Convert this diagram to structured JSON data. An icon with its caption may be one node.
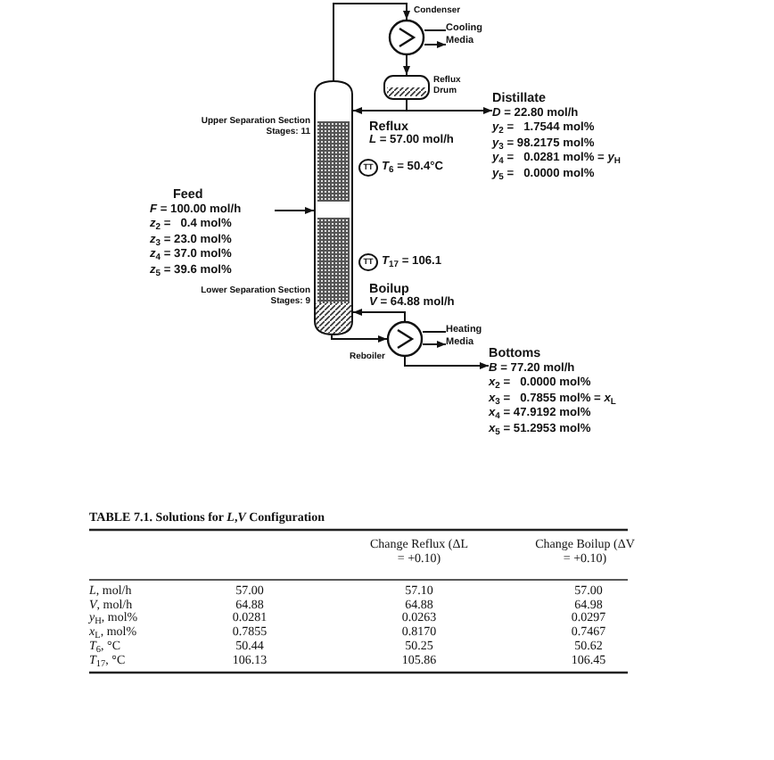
{
  "diagram": {
    "title": "TABLE 7.1. Solutions for *L*,*V* Configuration",
    "nodes": [
      {
        "text": [],
        "shape": "circle",
        "beside": [
          "Condenser"
        ]
      },
      {
        "text": [],
        "shape": "cylinder",
        "beside": [
          "Reflux Drum"
        ]
      },
      {
        "text": [],
        "shape": "cylinder",
        "beside": [
          "Upper Separation Section Stages: 11",
          "Lower Separation Section Stages: 9"
        ]
      },
      {
        "text": [],
        "shape": "circle",
        "beside": [
          "Reboiler"
        ]
      },
      {
        "text": [
          "TT"
        ],
        "beside": [
          "*T*$_{6}$ = 50.4°C"
        ]
      },
      {
        "text": [
          "TT"
        ],
        "beside": [
          "*T*$_{17}$ = 106.1"
        ]
      },
      {
        "text": [
          "Feed",
          "*F* = 100.00 mol/h",
          "*z*$_{2}$ =   0.4 mol%",
          "*z*$_{3}$ = 23.0 mol%",
          "*z*$_{4}$ = 37.0 mol%",
          "*z*$_{5}$ = 39.6 mol%"
        ]
      },
      {
        "text": [
          "Distillate",
          "*D* = 22.80 mol/h",
          "*y*$_{2}$ =   1.7544 mol%",
          "*y*$_{3}$ = 98.2175 mol%",
          "*y*$_{4}$ =   0.0281 mol% = *y*$_{H}$",
          "*y*$_{5}$ =   0.0000 mol%"
        ]
      },
      {
        "text": [
          "Bottoms",
          "*B* = 77.20 mol/h",
          "*x*$_{2}$ =   0.0000 mol%",
          "*x*$_{3}$ =   0.7855 mol% = *x*$_{L}$",
          "*x*$_{4}$ = 47.9192 mol%",
          "*x*$_{5}$ = 51.2953 mol%"
        ]
      },
      {
        "text": [
          "Cooling Media"
        ]
      },
      {
        "text": [
          "Heating Media"
        ]
      }
    ],
    "edges": [
      {
        "from": 2,
        "to": 0,
        "arrow": "to"
      },
      {
        "from": 0,
        "to": 1,
        "arrow": "to"
      },
      {
        "from": 1,
        "to": 2,
        "arrow": "to"
      },
      {
        "from": 1,
        "to": 7,
        "arrow": "to"
      },
      {
        "from": 6,
        "to": 2,
        "arrow": "to"
      },
      {
        "from": 2,
        "to": 3,
        "arrow": "to"
      },
      {
        "from": 3,
        "to": 2,
        "arrow": "to"
      },
      {
        "from": 3,
        "to": 8,
        "arrow": "to"
      },
      {
        "from": 9,
        "to": 0,
        "arrow": "none"
      },
      {
        "from": 0,
        "to": 9,
        "arrow": "to"
      },
      {
        "from": 10,
        "to": 3,
        "arrow": "none"
      },
      {
        "from": 3,
        "to": 10,
        "arrow": "to"
      }
    ],
    "labels": [
      "Reflux",
      "*L* = 57.00 mol/h",
      "Boilup",
      "*V* = 64.88 mol/h",
      "Change Reflux (ΔL = +0.10)",
      "Change Boilup (ΔV = +0.10)",
      "*L*, mol/h",
      "57.00",
      "57.10",
      "57.00",
      "*V*, mol/h",
      "64.88",
      "64.88",
      "64.98",
      "*y*$_{H}$, mol%",
      "0.0281",
      "0.0263",
      "0.0297",
      "*x*$_{L}$, mol%",
      "0.7855",
      "0.8170",
      "0.7467",
      "*T*$_{6}$, °C",
      "50.44",
      "50.25",
      "50.62",
      "*T*$_{17}$, °C",
      "106.13",
      "105.86",
      "106.45"
    ]
  }
}
